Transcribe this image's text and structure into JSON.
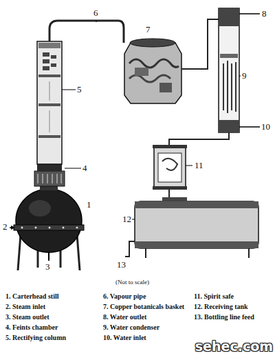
{
  "diagram": {
    "labels": [
      "1",
      "2",
      "3",
      "4",
      "5",
      "6",
      "7",
      "8",
      "9",
      "10",
      "11",
      "12",
      "13",
      "(Not to scale)",
      "1. Carterhead still",
      "2. Steam inlet",
      "3. Steam outlet",
      "4. Feints chamber",
      "5. Rectifying column",
      "6. Vapour pipe",
      "7. Copper botanicals basket",
      "8. Water outlet",
      "9. Water condenser",
      "10. Water inlet",
      "11. Spirit safe",
      "12. Receiving tank",
      "13. Bottling line feed",
      "sehec.com"
    ]
  }
}
